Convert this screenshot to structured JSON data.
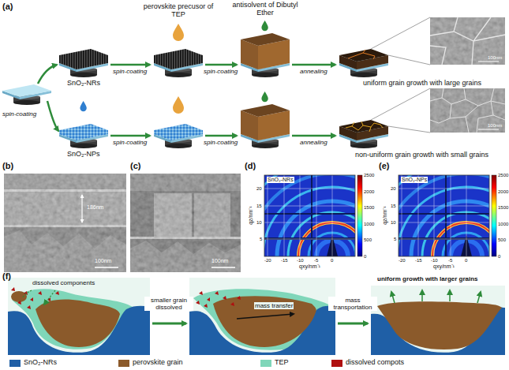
{
  "diagram": {
    "labels": [
      "(a)",
      "perovskite precusor of TEP",
      "antisolvent of Dibutyl Ether",
      "SnO₂-NRs",
      "spin-coating",
      "spin-coating",
      "spin-coating",
      "annealing",
      "uniform grain growth with large grains",
      "100nm",
      "SnO₂-NPs",
      "spin-coating",
      "spin-coating",
      "annealing",
      "non-uniform grain growth with small grains",
      "100nm",
      "(b)",
      "186nm",
      "100nm",
      "(c)",
      "100nm",
      "(d)",
      "SnO₂-NRs",
      "qz/nm⁻¹",
      "qxy/nm⁻¹",
      "20",
      "15",
      "10",
      "5",
      "-20",
      "-15",
      "-10",
      "-5",
      "0",
      "2500",
      "2000",
      "1500",
      "1000",
      "500",
      "0",
      "(e)",
      "SnO₂-NPs",
      "qz/nm⁻¹",
      "qxy/nm⁻¹",
      "20",
      "15",
      "10",
      "5",
      "-20",
      "-15",
      "-10",
      "-5",
      "0",
      "2500",
      "2000",
      "1500",
      "1000",
      "500",
      "0",
      "(f)",
      "dissolved components",
      "smaller grain dissolved",
      "mass transfer",
      "mass transportation",
      "uniform growth with larger grains"
    ],
    "legend": [
      {
        "text": "SnO₂-NRs",
        "color": "#1f5fa6"
      },
      {
        "text": "perovskite grain",
        "color": "#8b5a2b"
      },
      {
        "text": "TEP",
        "color": "#7fd6b9"
      },
      {
        "text": "dissolved compots",
        "color": "#b01010"
      }
    ]
  }
}
